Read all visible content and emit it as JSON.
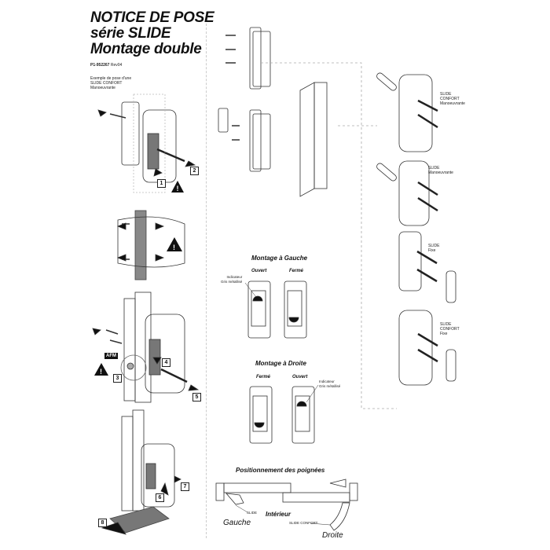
{
  "header": {
    "title_line1": "NOTICE DE POSE",
    "title_line2": "série SLIDE",
    "title_line3": "Montage double",
    "reference": "P1-952267",
    "revision": "Rev04"
  },
  "left_column": {
    "example_caption": [
      "Exemple de pose d'une",
      "SLIDE CONFORT",
      "Manoeuvrante"
    ],
    "steps": [
      "1",
      "2",
      "3",
      "4",
      "5",
      "6",
      "7",
      "8"
    ],
    "afm_label": "AFM"
  },
  "right_column": {
    "handle_labels": [
      [
        "SLIDE",
        "CONFORT",
        "Manoeuvrante"
      ],
      [
        "SLIDE",
        "Manoeuvrante"
      ],
      [
        "SLIDE",
        "Fixe"
      ],
      [
        "SLIDE",
        "CONFORT",
        "Fixe"
      ]
    ],
    "montage_gauche": {
      "title": "Montage à Gauche",
      "open": "Ouvert",
      "closed": "Fermé",
      "indicator": [
        "Indicateur",
        "Gris métallisé"
      ]
    },
    "montage_droite": {
      "title": "Montage à Droite",
      "open": "Ouvert",
      "closed": "Fermé",
      "indicator": [
        "Indicateur",
        "Gris métallisé"
      ]
    },
    "positioning": {
      "title": "Positionnement des poignées",
      "slide": "SLIDE",
      "slide_confort": "SLIDE CONFORT",
      "interior": "Intérieur",
      "left": "Gauche",
      "right": "Droite"
    }
  }
}
